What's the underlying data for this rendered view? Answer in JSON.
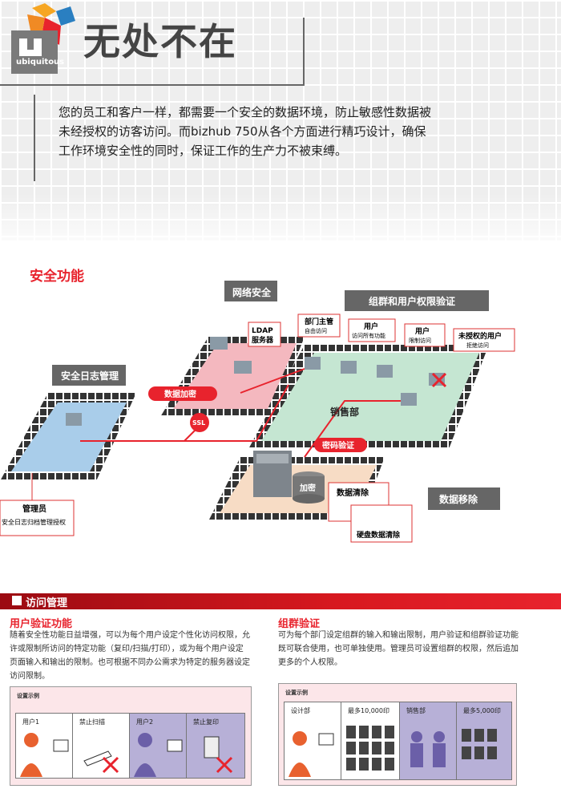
{
  "header": {
    "logo_text": "ubiquitous",
    "title": "无处不在",
    "intro": "您的员工和客户一样，都需要一个安全的数据环境，防止敏感性数据被未经授权的访客访问。而bizhub 750从各个方面进行精巧设计，确保工作环境安全性的同时，保证工作的生产力不被束缚。"
  },
  "security": {
    "section_title": "安全功能",
    "network_security": "网络安全",
    "ldap": "LDAP\n服务器",
    "group_auth": "组群和用户权限验证",
    "dept_head": "部门主管",
    "dept_head_desc": "自由访问",
    "user_all": "用户",
    "user_all_desc": "访问所有功能",
    "user_limited": "用户",
    "user_limited_desc": "限制访问",
    "unauthorized": "未授权的用户",
    "unauthorized_desc": "拒绝访问",
    "log_mgmt": "安全日志管理",
    "data_encryption": "数据加密",
    "ssl": "SSL",
    "sales_dept": "销售部",
    "password_auth": "密码验证",
    "encrypt_label": "加密",
    "data_clear": "数据清除",
    "hdd_clear": "硬盘数据清除",
    "data_removal": "数据移除",
    "admin": "管理员",
    "admin_desc": "安全日志归档管理授权"
  },
  "access": {
    "bar_label": "访问管理",
    "left_title": "用户验证功能",
    "left_text": "随着安全性功能日益增强，可以为每个用户设定个性化访问权限，允许或限制所访问的特定功能（复印/扫描/打印），或为每个用户设定页面输入和输出的限制。也可根据不同办公需求为特定的服务器设定访问限制。",
    "right_title": "组群验证",
    "right_text": "可为每个部门设定组群的输入和输出限制，用户验证和组群验证功能既可联合使用，也可单独使用。管理员可设置组群的权限，然后追加更多的个人权限。",
    "example_title": "设置示例",
    "left_cells": [
      "用户1",
      "禁止扫描",
      "用户2",
      "禁止复印"
    ],
    "right_cells": [
      "设计部",
      "最多10,000印",
      "销售部",
      "最多5,000印"
    ]
  },
  "colors": {
    "accent": "#e8232d",
    "dark_bar": "#444444",
    "pink_zone": "#f4b8bf",
    "green_zone": "#c5e6d2",
    "blue_zone": "#a9cdea",
    "purple_cell": "#b7b0d7"
  }
}
